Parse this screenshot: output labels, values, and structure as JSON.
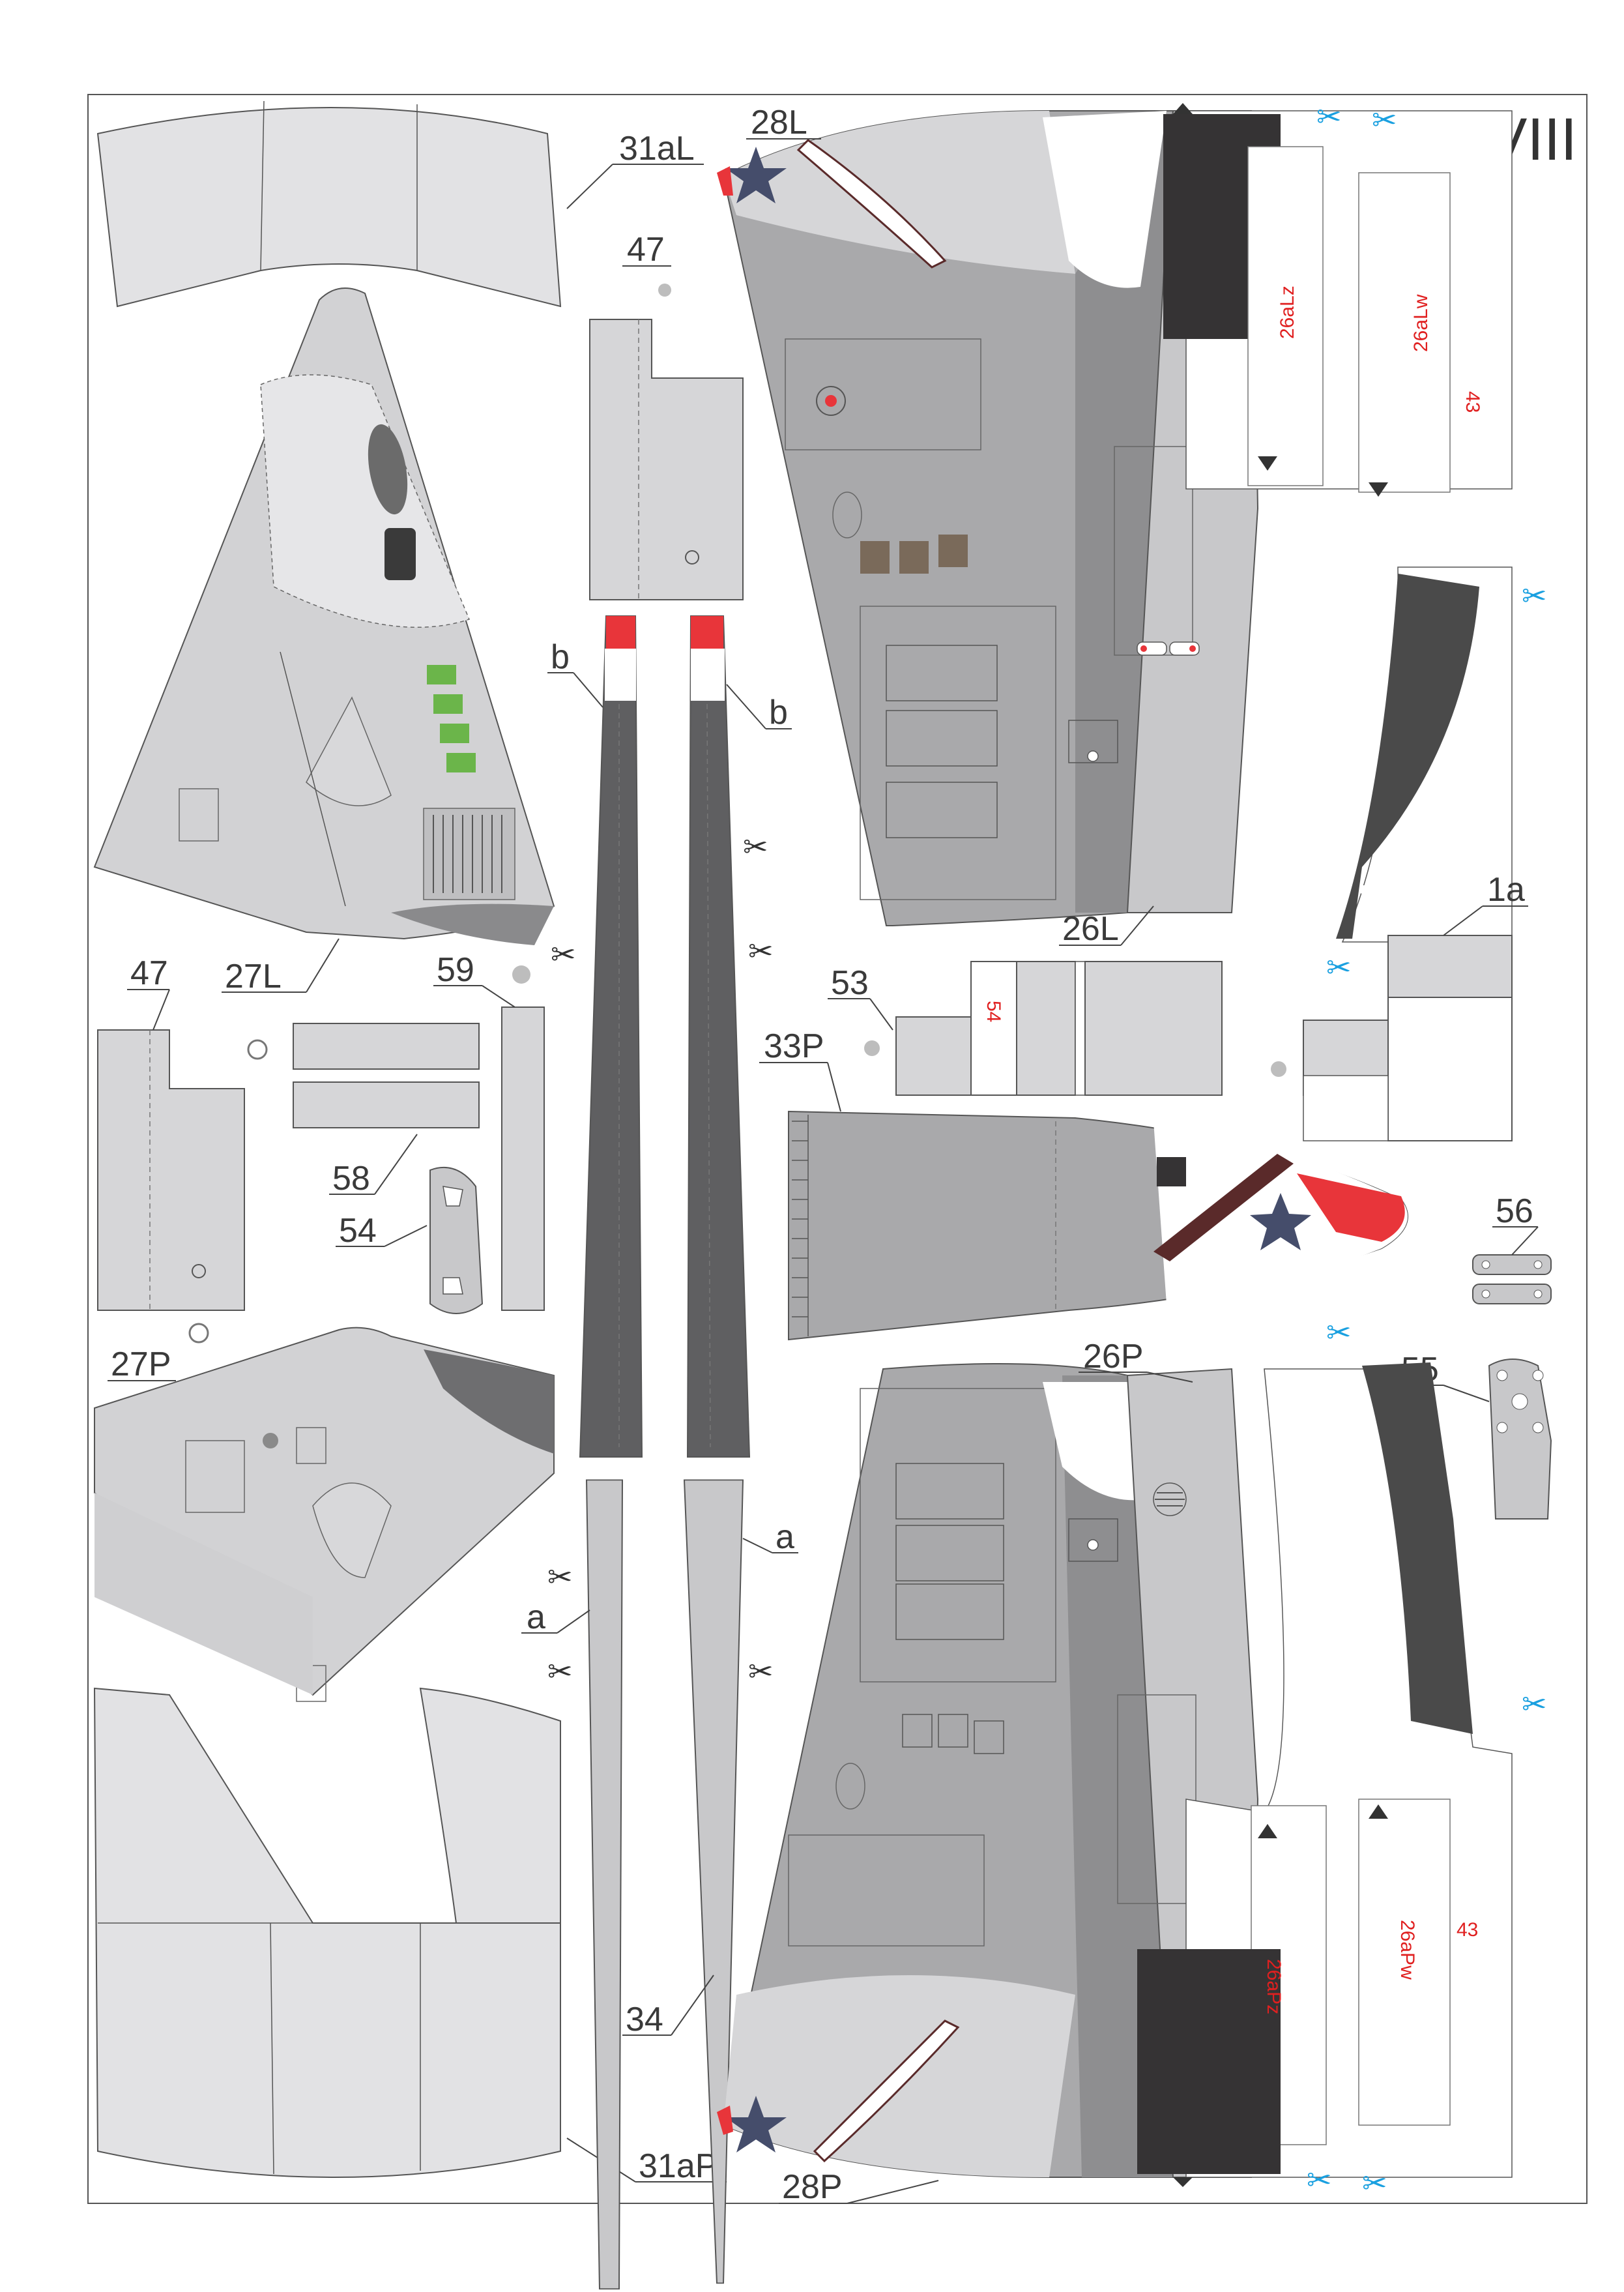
{
  "sheet": {
    "number": "VIII"
  },
  "labels": {
    "p31aL": "31aL",
    "p28L": "28L",
    "p47_top": "47",
    "pb_left": "b",
    "pb_right": "b",
    "p26L": "26L",
    "p27L": "27L",
    "p59": "59",
    "p47_mid": "47",
    "p53": "53",
    "p33P": "33P",
    "p1a": "1a",
    "p58": "58",
    "p54": "54",
    "p56": "56",
    "p27P": "27P",
    "p26P": "26P",
    "p55": "55",
    "pa_right": "a",
    "pa_left": "a",
    "p34": "34",
    "p31aP": "31aP",
    "p28P": "28P"
  },
  "red_marks": {
    "m26aLz": "26aLz",
    "m26aLw": "26aLw",
    "m43_top": "43",
    "m54": "54",
    "m26aPz": "26aPz",
    "m26aPw": "26aPw",
    "m43_bottom": "43"
  },
  "colors": {
    "paper": "#ffffff",
    "light_grey": "#d6d6d8",
    "mid_grey": "#a9a9ab",
    "dark_grey": "#5f5f61",
    "black_panel": "#353334",
    "star_blue": "#454d6b",
    "insignia_red": "#e8353a",
    "scissors_blue": "#1aa0e0"
  },
  "icons": {
    "cut_mark": "scissors-icon",
    "insignia": "star-insignia-icon"
  }
}
